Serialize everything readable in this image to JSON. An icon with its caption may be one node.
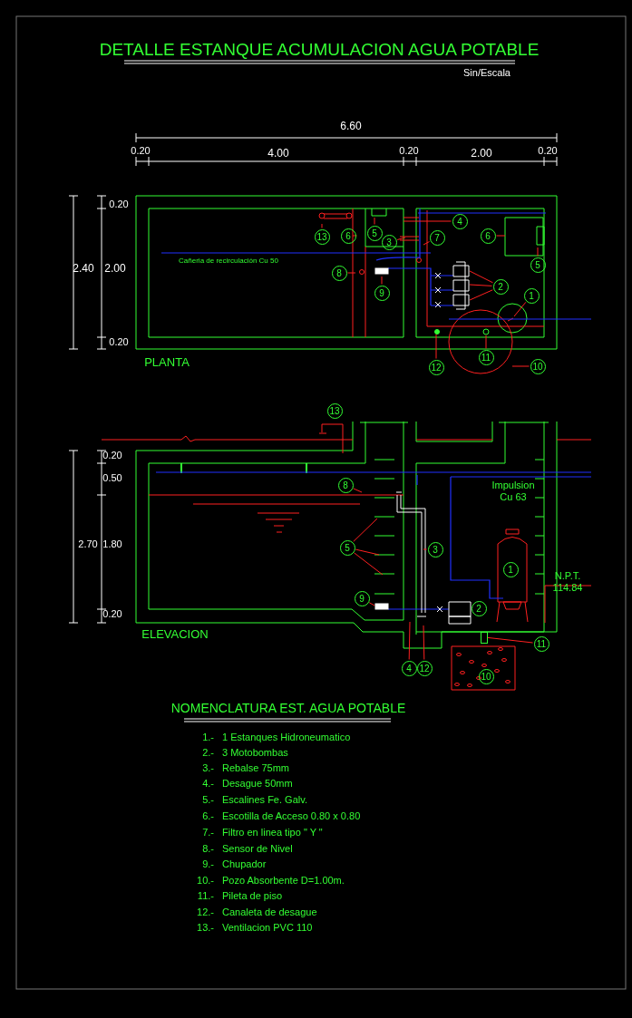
{
  "diagram": {
    "title": "DETALLE ESTANQUE ACUMULACION AGUA POTABLE",
    "nodes": [
      {
        "text": [
          "13"
        ]
      },
      {
        "text": [
          "6"
        ]
      },
      {
        "text": [
          "5"
        ]
      },
      {
        "text": [
          "3"
        ]
      },
      {
        "text": [
          "4"
        ]
      },
      {
        "text": [
          "7"
        ]
      },
      {
        "text": [
          "6"
        ]
      },
      {
        "text": [
          "5"
        ]
      },
      {
        "text": [
          "8"
        ]
      },
      {
        "text": [
          "9"
        ]
      },
      {
        "text": [
          "2"
        ]
      },
      {
        "text": [
          "1"
        ]
      },
      {
        "text": [
          "12"
        ]
      },
      {
        "text": [
          "11"
        ]
      },
      {
        "text": [
          "10"
        ]
      },
      {
        "text": [
          "13"
        ]
      },
      {
        "text": [
          "8"
        ]
      },
      {
        "text": [
          "5"
        ]
      },
      {
        "text": [
          "3"
        ]
      },
      {
        "text": [
          "1"
        ]
      },
      {
        "text": [
          "9"
        ]
      },
      {
        "text": [
          "2"
        ]
      },
      {
        "text": [
          "11"
        ]
      },
      {
        "text": [
          "4"
        ]
      },
      {
        "text": [
          "12"
        ]
      },
      {
        "text": [
          "10"
        ]
      },
      {
        "text": [],
        "shape": "box"
      }
    ],
    "edges": [
      {
        "from": 0,
        "to": null,
        "arrow": "none"
      },
      {
        "from": 1,
        "to": null,
        "arrow": "none"
      },
      {
        "from": 2,
        "to": null,
        "arrow": "none"
      },
      {
        "from": 3,
        "to": null,
        "arrow": "none"
      },
      {
        "from": 4,
        "to": null,
        "arrow": "none"
      },
      {
        "from": 5,
        "to": null,
        "arrow": "none"
      },
      {
        "from": 6,
        "to": null,
        "arrow": "none"
      },
      {
        "from": 7,
        "to": null,
        "arrow": "none"
      },
      {
        "from": 8,
        "to": null,
        "arrow": "none"
      },
      {
        "from": 9,
        "to": null,
        "arrow": "none"
      },
      {
        "from": 10,
        "to": null,
        "arrow": "none"
      },
      {
        "from": 10,
        "to": null,
        "arrow": "none"
      },
      {
        "from": 10,
        "to": null,
        "arrow": "none"
      },
      {
        "from": 11,
        "to": null,
        "arrow": "none"
      },
      {
        "from": 12,
        "to": null,
        "arrow": "none"
      },
      {
        "from": 13,
        "to": null,
        "arrow": "none"
      },
      {
        "from": 14,
        "to": null,
        "arrow": "none"
      },
      {
        "from": 16,
        "to": null,
        "arrow": "none"
      },
      {
        "from": 17,
        "to": null,
        "arrow": "none"
      },
      {
        "from": 17,
        "to": null,
        "arrow": "none"
      },
      {
        "from": 17,
        "to": null,
        "arrow": "none"
      },
      {
        "from": 18,
        "to": null,
        "arrow": "none"
      },
      {
        "from": 20,
        "to": null,
        "arrow": "none"
      },
      {
        "from": 22,
        "to": 26,
        "arrow": "none"
      },
      {
        "from": 23,
        "to": null,
        "arrow": "none"
      },
      {
        "from": 24,
        "to": null,
        "arrow": "none"
      }
    ],
    "labels": [
      "Sin/Escala",
      "6.60",
      "0.20",
      "4.00",
      "0.20",
      "2.00",
      "0.20",
      "0.20",
      "2.40",
      "2.00",
      "0.20",
      "Cañeria de recirculación Cu 50",
      "PLANTA",
      "0.20",
      "0.50",
      "Impulsion Cu 63",
      "2.70",
      "1.80",
      "N.P.T. 114.84",
      "0.20",
      "ELEVACION",
      "NOMENCLATURA EST. AGUA POTABLE",
      "1.-",
      "1 Estanques Hidroneumatico",
      "2.-",
      "3 Motobombas",
      "3.-",
      "Rebalse 75mm",
      "4.-",
      "Desague 50mm",
      "5.-",
      "Escalines Fe. Galv.",
      "6.-",
      "Escotilla de Acceso 0.80 x 0.80",
      "7.-",
      "Filtro en linea tipo \" Y \"",
      "8.-",
      "Sensor de Nivel",
      "9.-",
      "Chupador",
      "10.-",
      "Pozo Absorbente D=1.00m.",
      "11.-",
      "Pileta de piso",
      "12.-",
      "Canaleta de desague",
      "13.-",
      "Ventilacion PVC 110"
    ]
  }
}
